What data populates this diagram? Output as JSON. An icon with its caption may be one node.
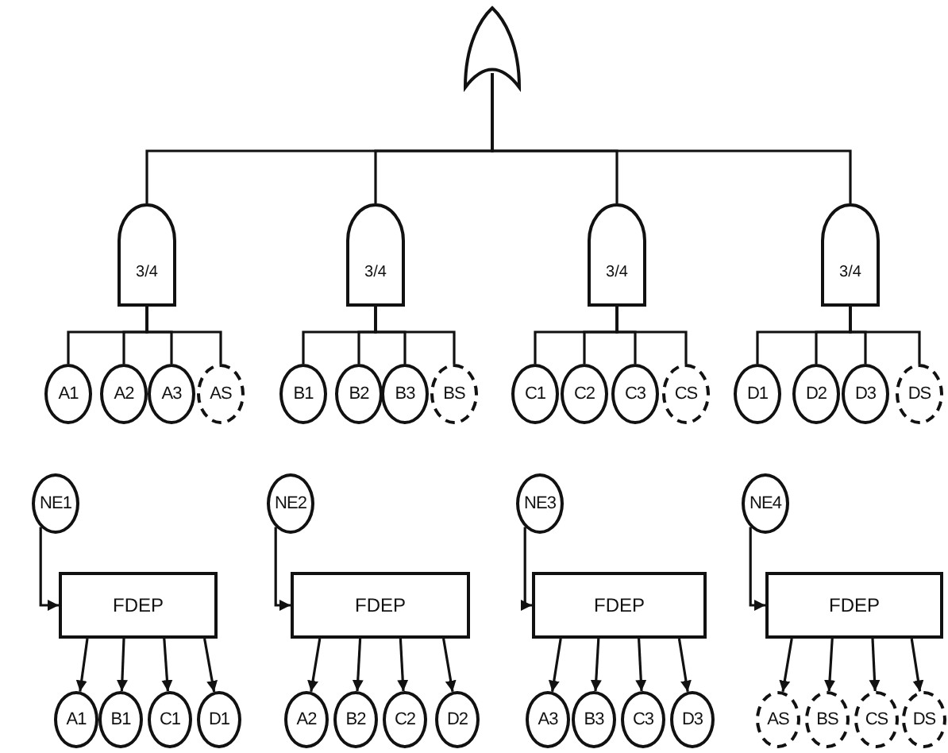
{
  "diagram": {
    "nodes": [
      {
        "text": [],
        "shape": "gate"
      },
      {
        "text": [
          "3/4"
        ]
      },
      {
        "text": [
          "3/4"
        ]
      },
      {
        "text": [
          "3/4"
        ]
      },
      {
        "text": [
          "3/4"
        ]
      },
      {
        "text": [
          "A1"
        ]
      },
      {
        "text": [
          "A2"
        ]
      },
      {
        "text": [
          "A3"
        ]
      },
      {
        "text": [
          "AS"
        ]
      },
      {
        "text": [
          "B1"
        ]
      },
      {
        "text": [
          "B2"
        ]
      },
      {
        "text": [
          "B3"
        ]
      },
      {
        "text": [
          "BS"
        ]
      },
      {
        "text": [
          "C1"
        ]
      },
      {
        "text": [
          "C2"
        ]
      },
      {
        "text": [
          "C3"
        ]
      },
      {
        "text": [
          "CS"
        ]
      },
      {
        "text": [
          "D1"
        ]
      },
      {
        "text": [
          "D2"
        ]
      },
      {
        "text": [
          "D3"
        ]
      },
      {
        "text": [
          "DS"
        ]
      },
      {
        "text": [
          "NE1"
        ]
      },
      {
        "text": [
          "NE2"
        ]
      },
      {
        "text": [
          "NE3"
        ]
      },
      {
        "text": [
          "NE4"
        ]
      },
      {
        "text": [
          "FDEP"
        ]
      },
      {
        "text": [
          "FDEP"
        ]
      },
      {
        "text": [
          "FDEP"
        ]
      },
      {
        "text": [
          "FDEP"
        ]
      },
      {
        "text": [
          "A1"
        ]
      },
      {
        "text": [
          "B1"
        ]
      },
      {
        "text": [
          "C1"
        ]
      },
      {
        "text": [
          "D1"
        ]
      },
      {
        "text": [
          "A2"
        ]
      },
      {
        "text": [
          "B2"
        ]
      },
      {
        "text": [
          "C2"
        ]
      },
      {
        "text": [
          "D2"
        ]
      },
      {
        "text": [
          "A3"
        ]
      },
      {
        "text": [
          "B3"
        ]
      },
      {
        "text": [
          "C3"
        ]
      },
      {
        "text": [
          "D3"
        ]
      },
      {
        "text": [
          "AS"
        ]
      },
      {
        "text": [
          "BS"
        ]
      },
      {
        "text": [
          "CS"
        ]
      },
      {
        "text": [
          "DS"
        ]
      }
    ],
    "edges": [
      {
        "from": 0,
        "to": 1,
        "arrow": "none"
      },
      {
        "from": 0,
        "to": 2,
        "arrow": "none"
      },
      {
        "from": 0,
        "to": 3,
        "arrow": "none"
      },
      {
        "from": 0,
        "to": 4,
        "arrow": "none"
      },
      {
        "from": 1,
        "to": 5,
        "arrow": "none"
      },
      {
        "from": 1,
        "to": 6,
        "arrow": "none"
      },
      {
        "from": 1,
        "to": 7,
        "arrow": "none"
      },
      {
        "from": 1,
        "to": 8,
        "arrow": "none"
      },
      {
        "from": 2,
        "to": 9,
        "arrow": "none"
      },
      {
        "from": 2,
        "to": 10,
        "arrow": "none"
      },
      {
        "from": 2,
        "to": 11,
        "arrow": "none"
      },
      {
        "from": 2,
        "to": 12,
        "arrow": "none"
      },
      {
        "from": 3,
        "to": 13,
        "arrow": "none"
      },
      {
        "from": 3,
        "to": 14,
        "arrow": "none"
      },
      {
        "from": 3,
        "to": 15,
        "arrow": "none"
      },
      {
        "from": 3,
        "to": 16,
        "arrow": "none"
      },
      {
        "from": 4,
        "to": 17,
        "arrow": "none"
      },
      {
        "from": 4,
        "to": 18,
        "arrow": "none"
      },
      {
        "from": 4,
        "to": 19,
        "arrow": "none"
      },
      {
        "from": 4,
        "to": 20,
        "arrow": "none"
      },
      {
        "from": 21,
        "to": 25,
        "arrow": "to"
      },
      {
        "from": 22,
        "to": 26,
        "arrow": "to"
      },
      {
        "from": 23,
        "to": 27,
        "arrow": "to"
      },
      {
        "from": 24,
        "to": 28,
        "arrow": "to"
      },
      {
        "from": 25,
        "to": 29,
        "arrow": "to"
      },
      {
        "from": 25,
        "to": 30,
        "arrow": "to"
      },
      {
        "from": 25,
        "to": 31,
        "arrow": "to"
      },
      {
        "from": 25,
        "to": 32,
        "arrow": "to"
      },
      {
        "from": 26,
        "to": 33,
        "arrow": "to"
      },
      {
        "from": 26,
        "to": 34,
        "arrow": "to"
      },
      {
        "from": 26,
        "to": 35,
        "arrow": "to"
      },
      {
        "from": 26,
        "to": 36,
        "arrow": "to"
      },
      {
        "from": 27,
        "to": 37,
        "arrow": "to"
      },
      {
        "from": 27,
        "to": 38,
        "arrow": "to"
      },
      {
        "from": 27,
        "to": 39,
        "arrow": "to"
      },
      {
        "from": 27,
        "to": 40,
        "arrow": "to"
      },
      {
        "from": 28,
        "to": 41,
        "arrow": "to"
      },
      {
        "from": 28,
        "to": 42,
        "arrow": "to"
      },
      {
        "from": 28,
        "to": 43,
        "arrow": "to"
      },
      {
        "from": 28,
        "to": 44,
        "arrow": "to"
      }
    ]
  }
}
